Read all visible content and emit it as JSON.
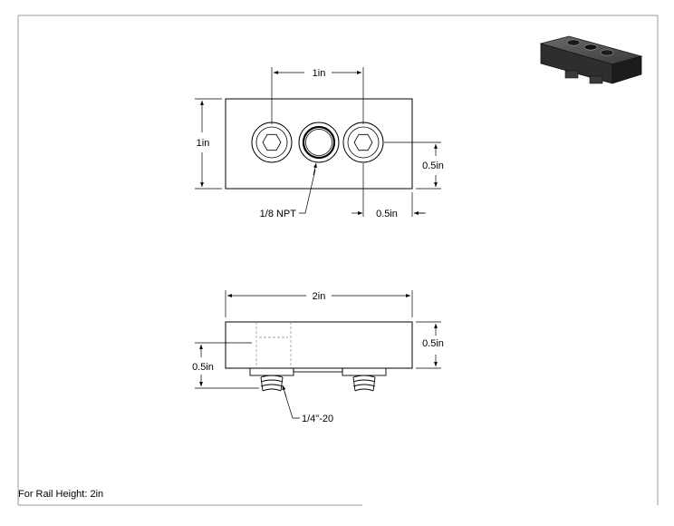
{
  "top_view": {
    "width_between_holes": "1in",
    "height": "1in",
    "hole_to_edge_v": "0.5in",
    "hole_to_edge_h": "0.5in",
    "port_callout": "1/8 NPT"
  },
  "front_view": {
    "overall_width": "2in",
    "block_height": "0.5in",
    "stud_height": "0.5in",
    "thread_callout": "1/4\"-20"
  },
  "footer": {
    "rail_height_note": "For Rail Height: 2in"
  }
}
